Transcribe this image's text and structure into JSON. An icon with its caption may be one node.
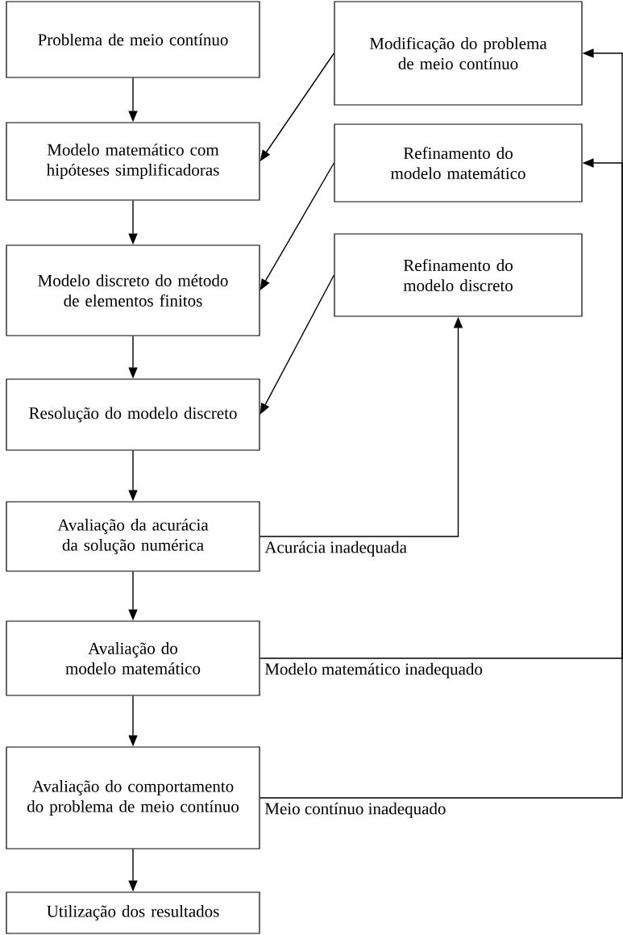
{
  "diagram": {
    "nodes": [
      {
        "text": [
          "Problema de meio contínuo"
        ]
      },
      {
        "text": [
          "Modelo matemático com hipóteses simplificadoras"
        ]
      },
      {
        "text": [
          "Modelo discreto do método de elementos finitos"
        ]
      },
      {
        "text": [
          "Resolução do modelo discreto"
        ]
      },
      {
        "text": [
          "Avaliação da acurácia da solução numérica"
        ]
      },
      {
        "text": [
          "Avaliação do modelo matemático"
        ]
      },
      {
        "text": [
          "Avaliação do comportamento do problema de meio contínuo"
        ]
      },
      {
        "text": [
          "Utilização dos resultados"
        ]
      },
      {
        "text": [
          "Modificação do problema de meio contínuo"
        ]
      },
      {
        "text": [
          "Refinamento do modelo matemático"
        ]
      },
      {
        "text": [
          "Refinamento do modelo discreto"
        ]
      }
    ],
    "edges": [
      {
        "from": 0,
        "to": 1,
        "arrow": "to"
      },
      {
        "from": 1,
        "to": 2,
        "arrow": "to"
      },
      {
        "from": 2,
        "to": 3,
        "arrow": "to"
      },
      {
        "from": 3,
        "to": 4,
        "arrow": "to"
      },
      {
        "from": 4,
        "to": 5,
        "arrow": "to"
      },
      {
        "from": 5,
        "to": 6,
        "arrow": "to"
      },
      {
        "from": 6,
        "to": 7,
        "arrow": "to"
      },
      {
        "from": 8,
        "to": 1,
        "arrow": "to"
      },
      {
        "from": 9,
        "to": 2,
        "arrow": "to"
      },
      {
        "from": 10,
        "to": 3,
        "arrow": "to"
      },
      {
        "from": 4,
        "to": 10,
        "arrow": "to",
        "label": "Acurácia inadequada"
      },
      {
        "from": 5,
        "to": 9,
        "arrow": "to",
        "label": "Modelo matemático inadequado"
      },
      {
        "from": 6,
        "to": 8,
        "arrow": "to",
        "label": "Meio contínuo inadequado"
      }
    ]
  }
}
